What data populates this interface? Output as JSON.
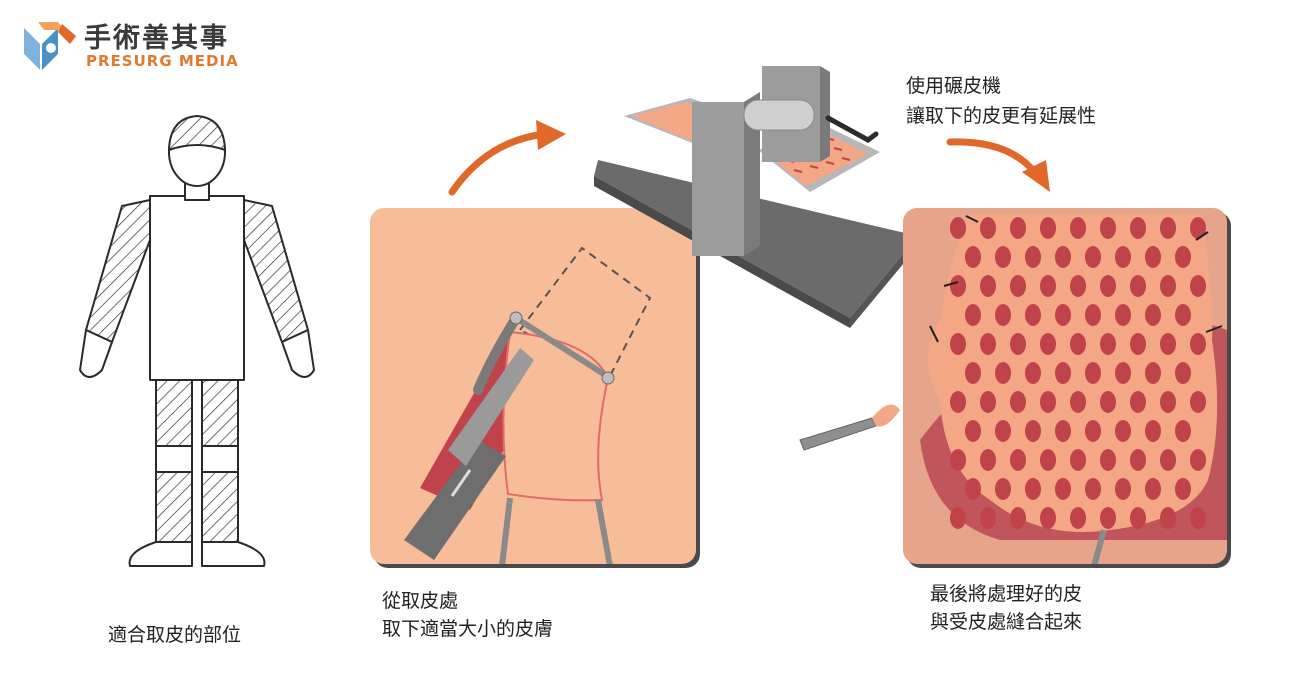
{
  "logo": {
    "name_cn": "手術善其事",
    "name_en": "PRESURG MEDIA"
  },
  "captions": {
    "body_sites": "適合取皮的部位",
    "harvest_line1": "從取皮處",
    "harvest_line2": "取下適當大小的皮膚",
    "mesher_line1": "使用碾皮機",
    "mesher_line2": "讓取下的皮更有延展性",
    "graft_line1": "最後將處理好的皮",
    "graft_line2": "與受皮處縫合起來"
  },
  "colors": {
    "accent_orange": "#e0692a",
    "skin": "#f7bd98",
    "wound_red": "#c0424b",
    "mesh_skin": "#f4a784",
    "metal_gray": "#8f8f8f"
  }
}
